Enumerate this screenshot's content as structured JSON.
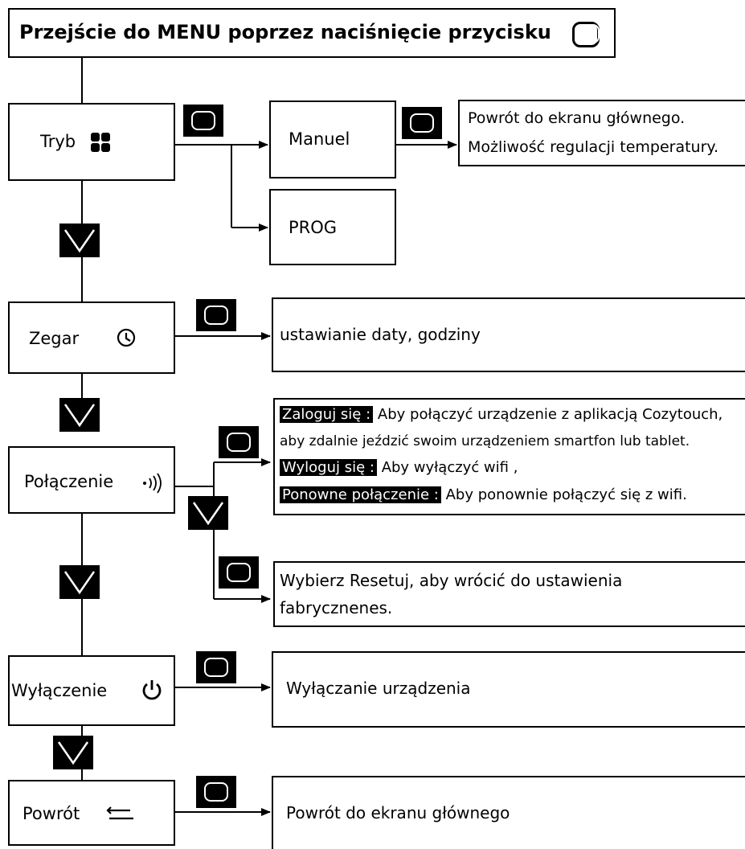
{
  "title": "Przejście do MENU poprzez naciśnięcie przycisku",
  "nodes": {
    "tryb": "Tryb",
    "manuel": "Manuel",
    "prog": "PROG",
    "zegar": "Zegar",
    "polaczenie": "Połączenie",
    "wylaczenie": "Wyłączenie",
    "powrot": "Powrót"
  },
  "notes": {
    "manuel_line1": "Powrót do ekranu głównego.",
    "manuel_line2": "Możliwość regulacji temperatury.",
    "zegar": "ustawianie daty, godziny",
    "login_label": "Zaloguj się :",
    "login_text": "Aby połączyć urządzenie z aplikacją Cozytouch,",
    "login_text2": "aby zdalnie jeździć swoim urządzeniem smartfon lub tablet.",
    "logout_label": "Wyloguj się :",
    "logout_text": "Aby wyłączyć wifi ,",
    "reconnect_label": "Ponowne połączenie :",
    "reconnect_text": "Aby ponownie połączyć się z wifi.",
    "reset_line1": "Wybierz Resetuj, aby wrócić do ustawienia",
    "reset_line2": "fabrycznenes.",
    "wylaczenie": "Wyłączanie urządzenia",
    "powrot": "Powrót do ekranu głównego"
  },
  "icons": {
    "menu_button": "ok-button-icon",
    "down": "chevron-down-icon",
    "tryb": "grid-icon",
    "zegar": "clock-icon",
    "polaczenie": "wifi-signal-icon",
    "wylaczenie": "power-icon",
    "powrot": "return-icon"
  }
}
